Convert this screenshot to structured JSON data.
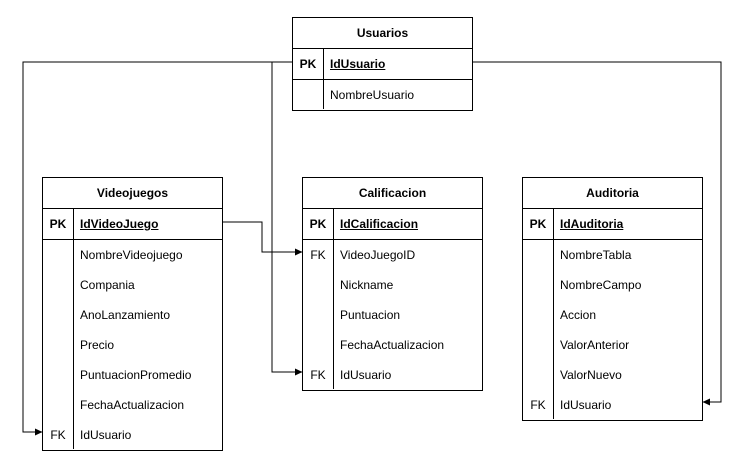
{
  "entities": {
    "usuarios": {
      "title": "Usuarios",
      "rows": [
        {
          "key": "PK",
          "field": "IdUsuario"
        },
        {
          "key": "",
          "field": "NombreUsuario"
        }
      ]
    },
    "videojuegos": {
      "title": "Videojuegos",
      "rows": [
        {
          "key": "PK",
          "field": "IdVideoJuego"
        },
        {
          "key": "",
          "field": "NombreVideojuego"
        },
        {
          "key": "",
          "field": "Compania"
        },
        {
          "key": "",
          "field": "AnoLanzamiento"
        },
        {
          "key": "",
          "field": "Precio"
        },
        {
          "key": "",
          "field": "PuntuacionPromedio"
        },
        {
          "key": "",
          "field": "FechaActualizacion"
        },
        {
          "key": "FK",
          "field": "IdUsuario"
        }
      ]
    },
    "calificacion": {
      "title": "Calificacion",
      "rows": [
        {
          "key": "PK",
          "field": "IdCalificacion"
        },
        {
          "key": "FK",
          "field": "VideoJuegoID"
        },
        {
          "key": "",
          "field": "Nickname"
        },
        {
          "key": "",
          "field": "Puntuacion"
        },
        {
          "key": "",
          "field": "FechaActualizacion"
        },
        {
          "key": "FK",
          "field": "IdUsuario"
        }
      ]
    },
    "auditoria": {
      "title": "Auditoria",
      "rows": [
        {
          "key": "PK",
          "field": "IdAuditoria"
        },
        {
          "key": "",
          "field": "NombreTabla"
        },
        {
          "key": "",
          "field": "NombreCampo"
        },
        {
          "key": "",
          "field": "Accion"
        },
        {
          "key": "",
          "field": "ValorAnterior"
        },
        {
          "key": "",
          "field": "ValorNuevo"
        },
        {
          "key": "FK",
          "field": "IdUsuario"
        }
      ]
    }
  },
  "relationships": [
    {
      "from": "Usuarios.IdUsuario",
      "to": "Videojuegos.IdUsuario"
    },
    {
      "from": "Usuarios.IdUsuario",
      "to": "Calificacion.IdUsuario"
    },
    {
      "from": "Usuarios.IdUsuario",
      "to": "Auditoria.IdUsuario"
    },
    {
      "from": "Videojuegos.IdVideoJuego",
      "to": "Calificacion.VideoJuegoID"
    }
  ]
}
